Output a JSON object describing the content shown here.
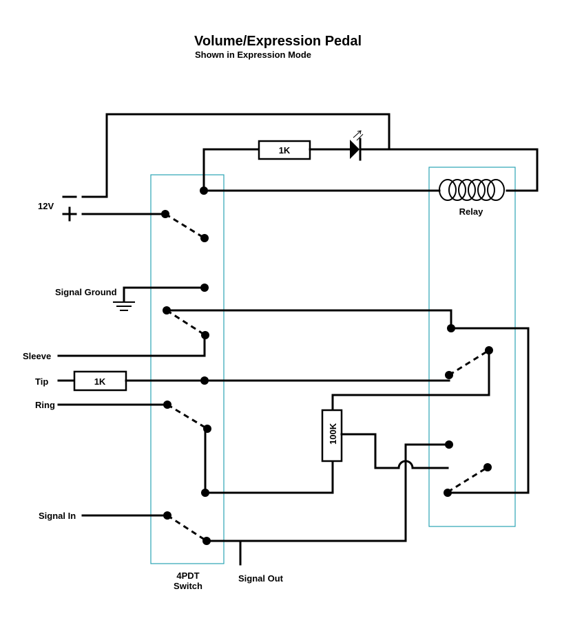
{
  "title": "Volume/Expression Pedal",
  "subtitle": "Shown in Expression Mode",
  "labels": {
    "supply": "12V",
    "minus": "−",
    "plus": "+",
    "signal_ground": "Signal Ground",
    "sleeve": "Sleeve",
    "tip": "Tip",
    "ring": "Ring",
    "signal_in": "Signal In",
    "signal_out": "Signal Out",
    "switch_line1": "4PDT",
    "switch_line2": "Switch",
    "relay": "Relay"
  },
  "components": {
    "led_resistor": "1K",
    "tip_resistor": "1K",
    "pot": "100K"
  },
  "colors": {
    "wire": "#000000",
    "enclosure": "#2aa3b3",
    "background": "#ffffff"
  }
}
